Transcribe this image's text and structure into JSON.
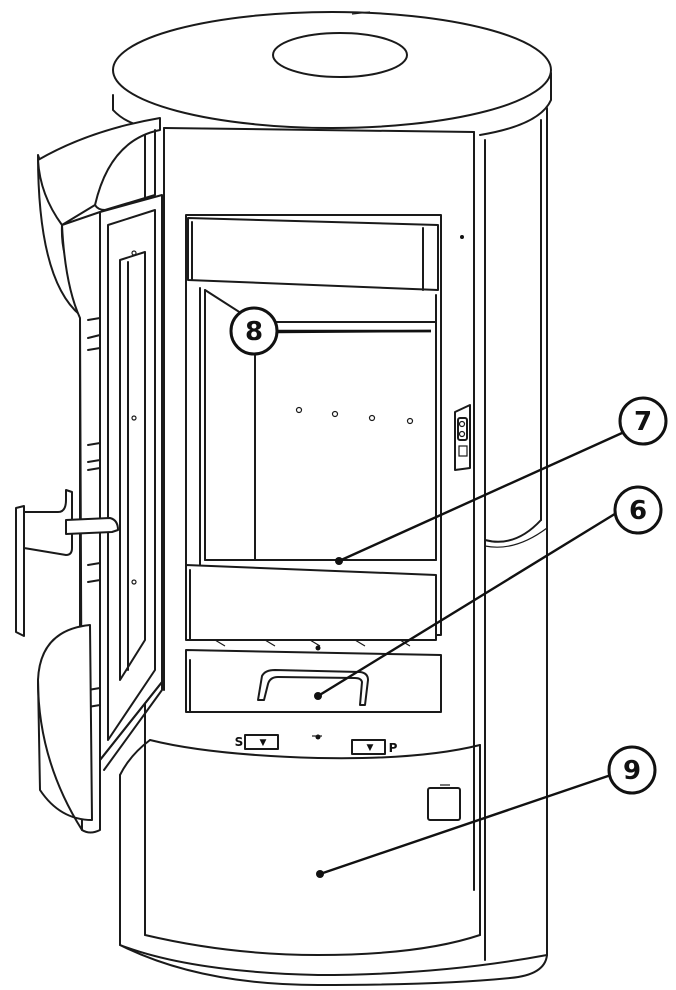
{
  "diagram": {
    "callouts": [
      {
        "id": "8",
        "label": "8"
      },
      {
        "id": "7",
        "label": "7"
      },
      {
        "id": "6",
        "label": "6"
      },
      {
        "id": "9",
        "label": "9"
      }
    ],
    "controls": {
      "left_label": "S",
      "right_label": "P",
      "arrow_glyph": "▼"
    },
    "colors": {
      "line": "#1a1a1a",
      "fill": "#ffffff"
    }
  }
}
